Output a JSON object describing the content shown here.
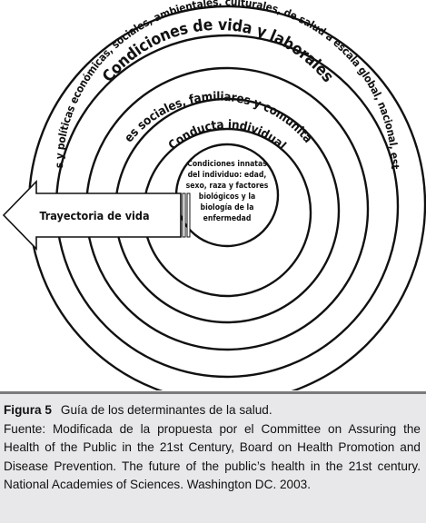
{
  "diagram": {
    "rings": [
      {
        "label": "Condiciones y políticas económicas, sociales, ambientales, culturales, de salud a escala global, nacional, estatal y local"
      },
      {
        "label": "Condiciones de vida y laborales"
      },
      {
        "label": "Redes sociales, familiares y comunitarias"
      },
      {
        "label": "Conducta individual"
      }
    ],
    "center_lines": [
      "Condiciones innatas",
      "del individuo: edad,",
      "sexo, raza y factores",
      "biológicos y la",
      "biología de la",
      "enfermedad"
    ],
    "arrow_label": "Trayectoria de vida"
  },
  "caption": {
    "figure_label": "Figura 5",
    "title": "Guía de los determinantes de la salud.",
    "source": "Fuente: Modificada de la propuesta por el Committee on Assuring the Health of the Public in the 21st Century, Board on Health Promotion and Disease Prevention. The future of the public’s health in the 21st century. National Academies of Sciences. Washington DC. 2003."
  },
  "colors": {
    "caption_background": "#e8e8ea",
    "caption_border": "#7a7a7a",
    "stroke": "#111111"
  }
}
